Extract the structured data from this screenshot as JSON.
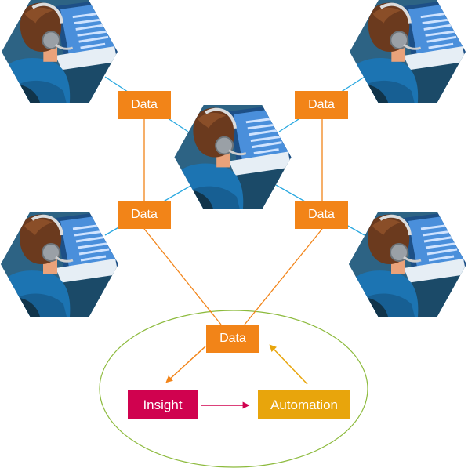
{
  "labels": {
    "data": "Data",
    "insight": "Insight",
    "automation": "Automation"
  },
  "colors": {
    "data_box": "#f28418",
    "insight_box": "#d0024f",
    "automation_box": "#e8a50c",
    "blue_link": "#29a8e0",
    "orange_link": "#f28418",
    "cycle_ellipse": "#8cba3c",
    "hexagon_bg": "#2a5f7e"
  },
  "nodes": [
    {
      "id": "hex-top-left",
      "icon": "person-at-computer-icon"
    },
    {
      "id": "hex-top-right",
      "icon": "person-at-computer-icon"
    },
    {
      "id": "hex-center",
      "icon": "person-at-computer-icon"
    },
    {
      "id": "hex-middle-left",
      "icon": "person-at-computer-icon"
    },
    {
      "id": "hex-middle-right",
      "icon": "person-at-computer-icon"
    }
  ]
}
